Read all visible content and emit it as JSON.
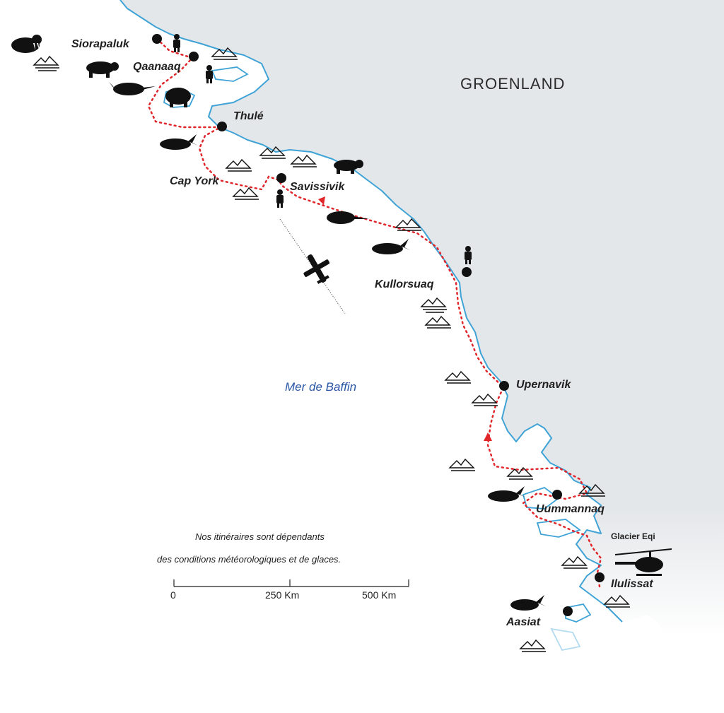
{
  "map": {
    "country_label": "GROENLAND",
    "sea_label": "Mer de Baffin",
    "places": {
      "siorapaluk": "Siorapaluk",
      "qaanaaq": "Qaanaaq",
      "thule": "Thulé",
      "cap_york": "Cap York",
      "savissivik": "Savissivik",
      "kullorsuaq": "Kullorsuaq",
      "upernavik": "Upernavik",
      "uummannaq": "Uummannaq",
      "glacier_eqi": "Glacier Eqi",
      "ilulissat": "Ilulissat",
      "aasiat": "Aasiat"
    },
    "note": {
      "line1": "Nos itinéraires sont dépendants",
      "line2": "des conditions météorologiques et de glaces."
    },
    "scale_bar": {
      "labels": [
        "0",
        "250 Km",
        "500 Km"
      ]
    },
    "colors": {
      "land": "#e4e7ea",
      "water": "#ffffff",
      "coastline": "#3fa3d6",
      "route": "#e0262b",
      "markers": "#111111"
    },
    "icons": [
      "walrus-icon",
      "polar-bear-icon",
      "narwhal-icon",
      "musk-ox-icon",
      "whale-icon",
      "iceberg-icon",
      "inuit-figure-icon",
      "airplane-icon",
      "helicopter-icon"
    ]
  }
}
